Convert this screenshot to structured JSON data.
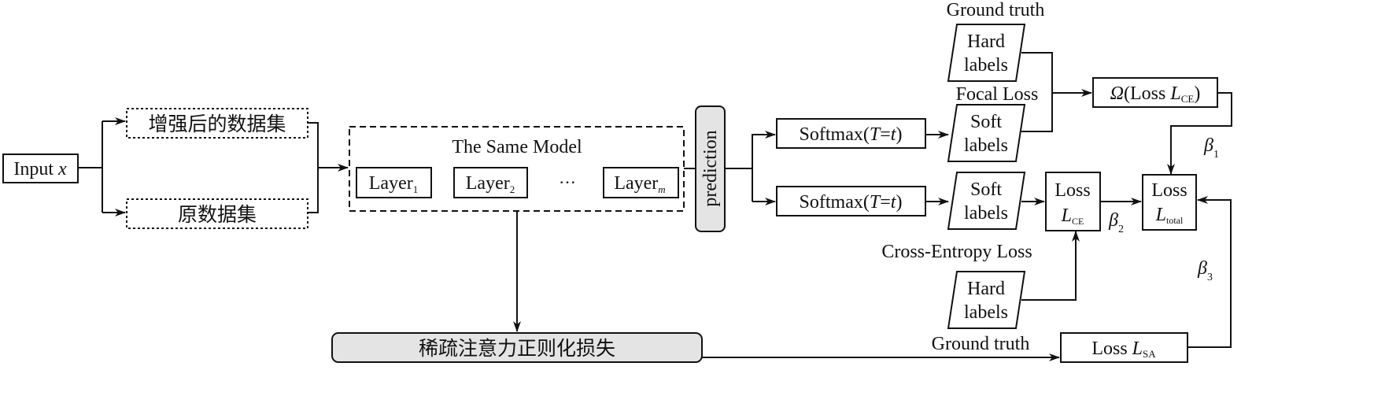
{
  "input": {
    "prefix": "Input ",
    "var": "x"
  },
  "datasets": {
    "augmented": "增强后的数据集",
    "original": "原数据集"
  },
  "model": {
    "title": "The Same Model",
    "layer_base": "Layer",
    "layer1_sub": "1",
    "layer2_sub": "2",
    "layerm_sub": "m",
    "ellipsis": "···"
  },
  "prediction": "prediction",
  "softmax": {
    "prefix": "Softmax(",
    "T": "T",
    "eq": "=",
    "t": "t",
    "suffix": ")"
  },
  "labels": {
    "hard_line1": "Hard",
    "hard_line2": "labels",
    "soft_line1": "Soft",
    "soft_line2": "labels"
  },
  "texts": {
    "ground_truth": "Ground truth",
    "focal_loss": "Focal Loss",
    "cross_entropy_loss": "Cross-Entropy Loss",
    "sparse_loss": "稀疏注意力正则化损失"
  },
  "losses": {
    "omega": "Ω",
    "omega_inner": "(Loss ",
    "L": "L",
    "ce_sub": "CE",
    "close": ")",
    "loss_word": "Loss",
    "total_sub": "total",
    "sa_prefix": "Loss ",
    "sa_sub": "SA"
  },
  "betas": {
    "symbol": "β",
    "b1": "1",
    "b2": "2",
    "b3": "3"
  }
}
